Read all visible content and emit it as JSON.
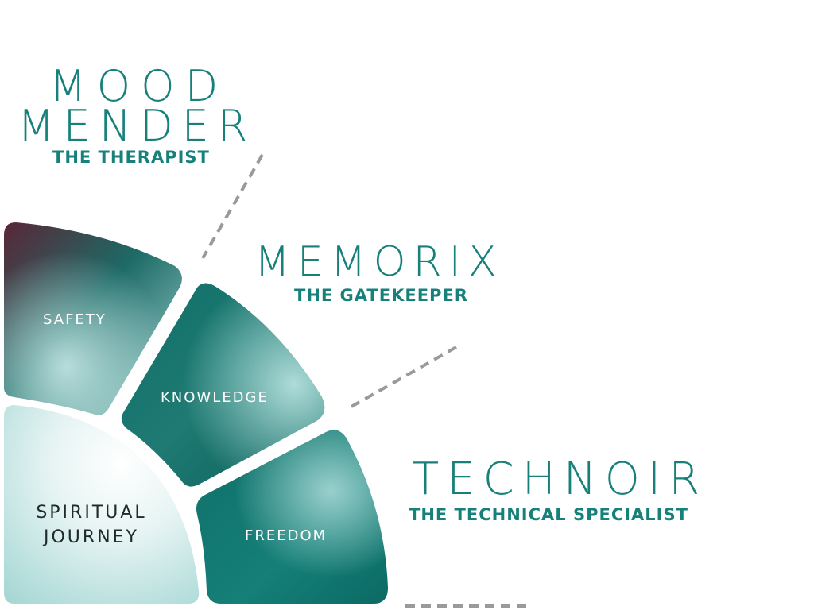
{
  "roles": [
    {
      "name": "MOOD",
      "name2": "MENDER",
      "subtitle": "THE THERAPIST"
    },
    {
      "name": "MEMORIX",
      "subtitle": "THE GATEKEEPER"
    },
    {
      "name": "TECHNOIR",
      "subtitle": "THE TECHNICAL SPECIALIST"
    }
  ],
  "segments": {
    "safety": "SAFETY",
    "knowledge": "KNOWLEDGE",
    "freedom": "FREEDOM",
    "spiritual_line1": "SPIRITUAL",
    "spiritual_line2": "JOURNEY"
  },
  "colors": {
    "teal_text": "#17807a",
    "dash": "#9a9a9a",
    "teal_dark": "#0f6e67",
    "teal_light": "#9fd3d0",
    "maroon": "#5a2a3a"
  }
}
